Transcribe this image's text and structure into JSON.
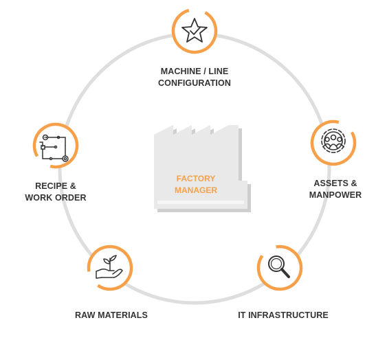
{
  "center": {
    "line1": "FACTORY",
    "line2": "MANAGER"
  },
  "nodes": [
    {
      "id": "machine",
      "line1": "MACHINE / LINE",
      "line2": "CONFIGURATION",
      "icon": "star-check-icon"
    },
    {
      "id": "assets",
      "line1": "ASSETS &",
      "line2": "MANPOWER",
      "icon": "gear-people-icon"
    },
    {
      "id": "it",
      "line1": "IT INFRASTRUCTURE",
      "line2": "",
      "icon": "magnifier-icon"
    },
    {
      "id": "raw",
      "line1": "RAW MATERIALS",
      "line2": "",
      "icon": "hand-plant-icon"
    },
    {
      "id": "recipe",
      "line1": "RECIPE &",
      "line2": "WORK ORDER",
      "icon": "flow-diagram-icon"
    }
  ],
  "colors": {
    "accent": "#f7a04a",
    "ring": "#dedede",
    "text": "#333333",
    "factory": "#e9e9e9",
    "factoryShadow": "#cfcfcf"
  }
}
